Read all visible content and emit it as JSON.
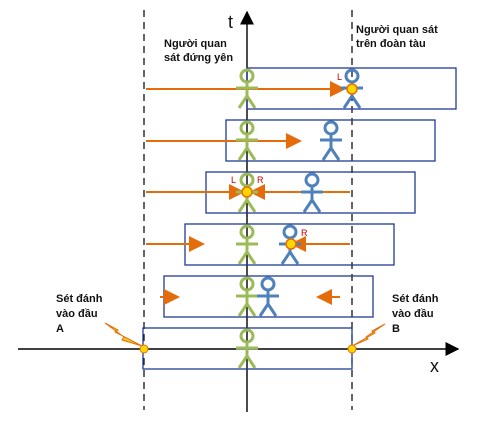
{
  "axes": {
    "t_label": "t",
    "x_label": "x"
  },
  "labels": {
    "ground_observer": [
      "Người quan",
      "sát đứng yên"
    ],
    "train_observer": [
      "Người quan sát",
      "trên đoàn tàu"
    ],
    "strike_a": [
      "Sét đánh",
      "vào đầu",
      "A"
    ],
    "strike_b": [
      "Sét đánh",
      "vào đầu",
      "B"
    ]
  },
  "markers": {
    "left": "L",
    "right": "R"
  },
  "colors": {
    "ground_person": "#9bbb59",
    "train_person": "#4f81bd",
    "arrow": "#e46c0a",
    "train_box": "#1f3a93",
    "flash": "#ffd700",
    "lightning": "#f5c518"
  },
  "icons": {
    "ground_figure": "stick-figure-icon",
    "train_figure": "stick-figure-icon",
    "lightning": "lightning-icon"
  }
}
